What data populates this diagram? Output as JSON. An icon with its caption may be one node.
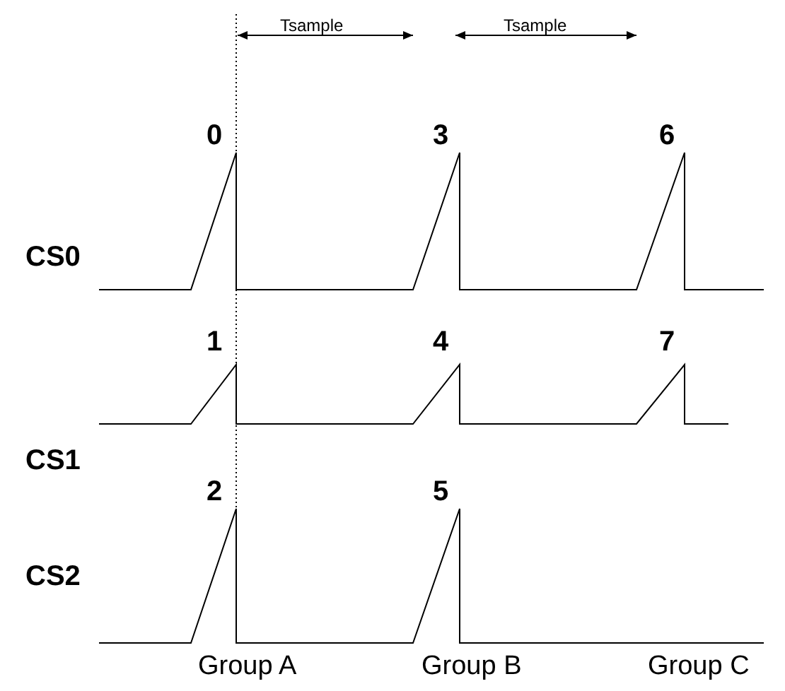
{
  "diagram": {
    "labels": [
      "Tsample",
      "Tsample",
      "0",
      "3",
      "6",
      "CS0",
      "1",
      "4",
      "7",
      "CS1",
      "2",
      "5",
      "CS2",
      "Group A",
      "Group B",
      "Group C"
    ]
  }
}
